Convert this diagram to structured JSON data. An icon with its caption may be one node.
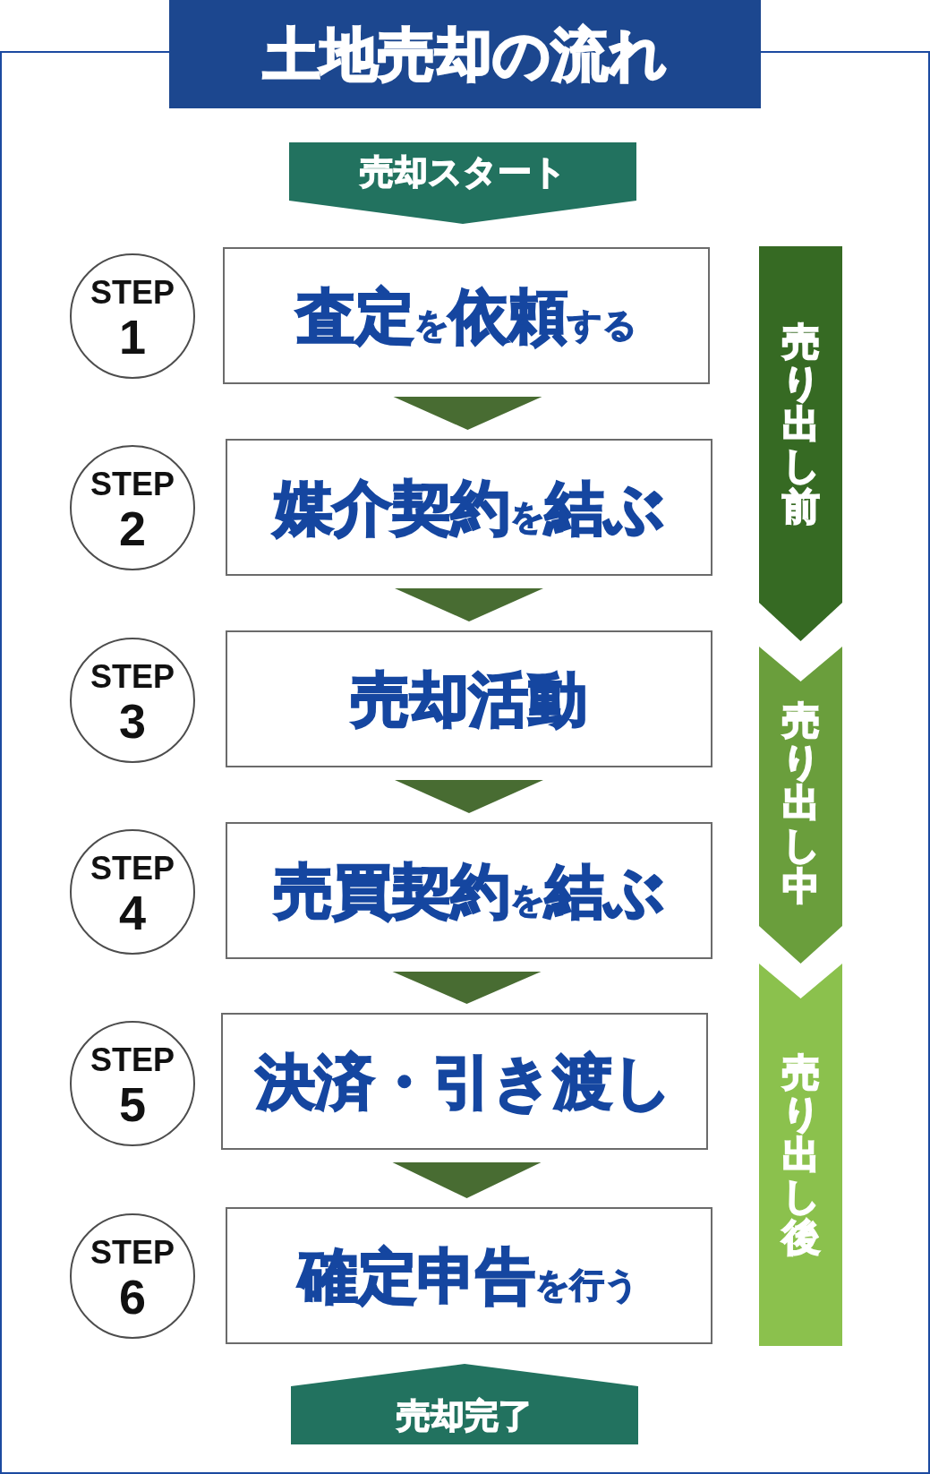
{
  "diagram": {
    "title": "土地売却の流れ",
    "nodes": [
      {
        "text": [
          "売却スタート"
        ]
      },
      {
        "text": [
          "STEP",
          "1"
        ]
      },
      {
        "text": [
          "査定を依頼する"
        ]
      },
      {
        "text": [
          "STEP",
          "2"
        ]
      },
      {
        "text": [
          "媒介契約を結ぶ"
        ]
      },
      {
        "text": [
          "STEP",
          "3"
        ]
      },
      {
        "text": [
          "売却活動"
        ]
      },
      {
        "text": [
          "STEP",
          "4"
        ]
      },
      {
        "text": [
          "売買契約を結ぶ"
        ]
      },
      {
        "text": [
          "STEP",
          "5"
        ]
      },
      {
        "text": [
          "決済・引き渡し"
        ]
      },
      {
        "text": [
          "STEP",
          "6"
        ]
      },
      {
        "text": [
          "確定申告を行う"
        ]
      },
      {
        "text": [
          "売却完了"
        ]
      },
      {
        "text": [
          "売り出し前"
        ]
      },
      {
        "text": [
          "売り出し中"
        ]
      },
      {
        "text": [
          "売り出し後"
        ]
      }
    ],
    "edges": [
      {
        "from": 2,
        "to": 4,
        "arrow": "to"
      },
      {
        "from": 4,
        "to": 6,
        "arrow": "to"
      },
      {
        "from": 6,
        "to": 8,
        "arrow": "to"
      },
      {
        "from": 8,
        "to": 10,
        "arrow": "to"
      },
      {
        "from": 10,
        "to": 12,
        "arrow": "to"
      }
    ]
  }
}
